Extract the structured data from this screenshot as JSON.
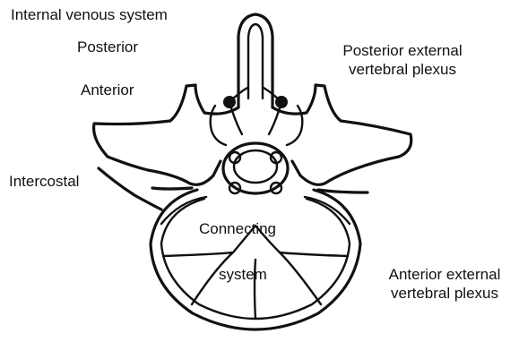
{
  "diagram": {
    "labels": {
      "internal_venous_system": "Internal venous system",
      "posterior": "Posterior",
      "anterior": "Anterior",
      "intercostal": "Intercostal",
      "connecting": "Connecting",
      "system": "system",
      "posterior_external_line1": "Posterior external",
      "posterior_external_line2": "vertebral plexus",
      "anterior_external_line1": "Anterior external",
      "anterior_external_line2": "vertebral plexus"
    }
  }
}
